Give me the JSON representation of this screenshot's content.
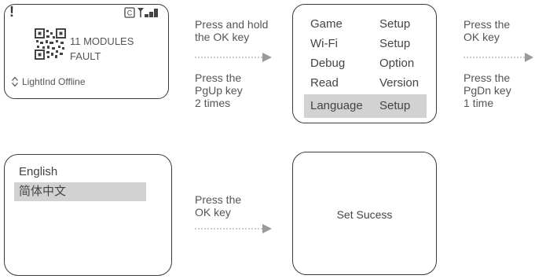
{
  "device_screen": {
    "alert": "!",
    "status_icons": [
      "copyright-icon",
      "signal-icon"
    ],
    "line1": "11 MODULES",
    "line2": "FAULT",
    "footer": "LightInd Offline",
    "qr_icon": "qr-code-icon",
    "toggle_icon": "up-down-icon"
  },
  "step1": {
    "text1": "Press and hold\nthe OK key",
    "text2": "Press the\nPgUp key\n2 times"
  },
  "menu": {
    "rows": [
      {
        "key": "Game",
        "value": "Setup"
      },
      {
        "key": "Wi-Fi",
        "value": "Setup"
      },
      {
        "key": "Debug",
        "value": "Option"
      },
      {
        "key": "Read",
        "value": "Version"
      },
      {
        "key": "Language",
        "value": "Setup"
      }
    ],
    "selected_index": 4
  },
  "step2": {
    "text1": "Press the\nOK key",
    "text2": "Press the\nPgDn key\n1 time"
  },
  "language_screen": {
    "options": [
      "English",
      "简体中文"
    ],
    "selected_index": 1
  },
  "step3": {
    "text1": "Press the\nOK key"
  },
  "result_screen": {
    "message": "Set Sucess"
  },
  "colors": {
    "border": "#3a3a3a",
    "highlight": "#d2d2d2",
    "text": "#444444",
    "arrow": "#9a9a9a"
  }
}
